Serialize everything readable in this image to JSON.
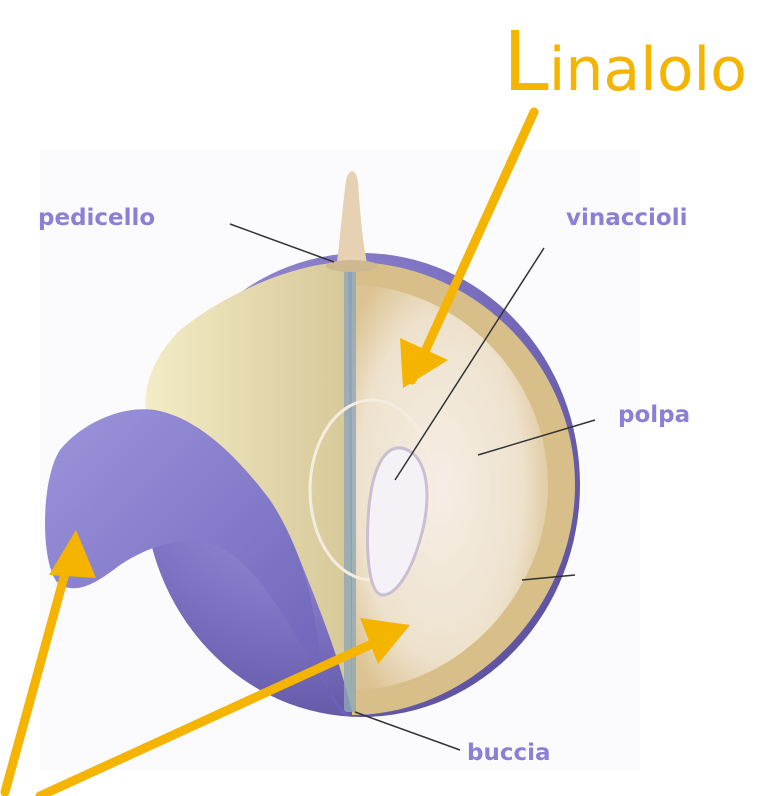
{
  "title": "Linalolo",
  "labels": {
    "pedicello": "pedicello",
    "vinaccioli": "vinaccioli",
    "polpa": "polpa",
    "buccia": "buccia"
  },
  "colors": {
    "label": "#8b80d6",
    "arrow": "#f4b400",
    "skin": "#8a80c8",
    "pulp": "#ecdcc0",
    "leader_line": "#333333"
  }
}
